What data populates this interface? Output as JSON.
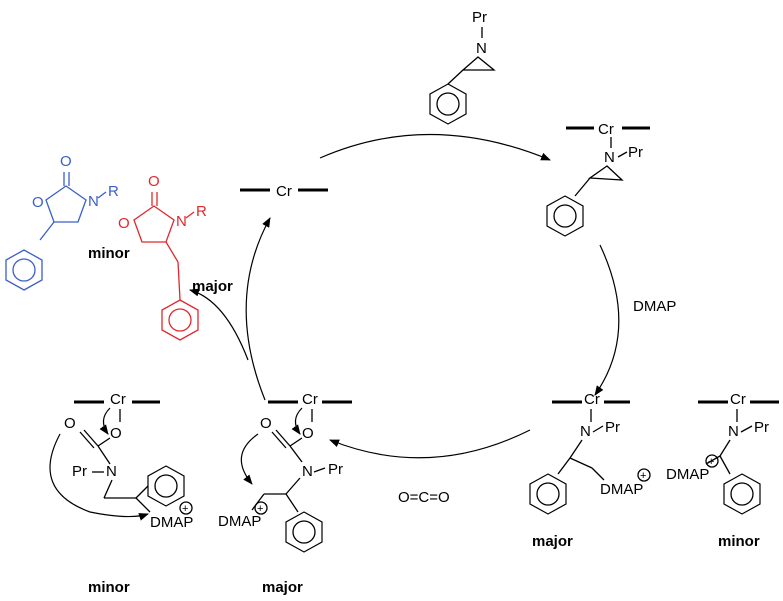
{
  "colors": {
    "minor_product": "#3a5fc8",
    "major_product": "#e0282e",
    "default": "#000000"
  },
  "labels": {
    "pr": "Pr",
    "n": "N",
    "o": "O",
    "r": "R",
    "cr": "Cr",
    "dmap": "DMAP",
    "plus": "+",
    "co2": "O=C=O",
    "minor": "minor",
    "major": "major"
  }
}
